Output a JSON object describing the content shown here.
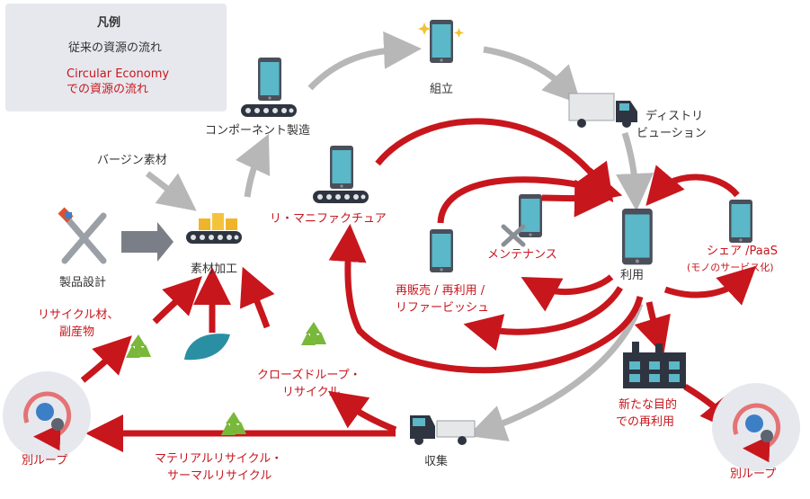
{
  "legend": {
    "title": "凡例",
    "conventional": "従来の資源の流れ",
    "circular_line1": "Circular Economy",
    "circular_line2": "での資源の流れ"
  },
  "nodes": {
    "assembly": "組立",
    "distribution_line1": "ディストリ",
    "distribution_line2": "ビューション",
    "component_mfg": "コンポーネント製造",
    "virgin_material": "バージン素材",
    "remanufacture": "リ・マニファクチュア",
    "maintenance": "メンテナンス",
    "use": "利用",
    "share_line1": "シェア /PaaS",
    "share_line2": "(モノのサービス化)",
    "resale_line1": "再販売 / 再利用 /",
    "resale_line2": "リファービッシュ",
    "product_design": "製品設計",
    "material_processing": "素材加工",
    "recycled_line1": "リサイクル材、",
    "recycled_line2": "副産物",
    "closed_loop_line1": "クローズドループ・",
    "closed_loop_line2": "リサイクル",
    "new_purpose_line1": "新たな目的",
    "new_purpose_line2": "での再利用",
    "material_recycle_line1": "マテリアルリサイクル・",
    "material_recycle_line2": "サーマルリサイクル",
    "collection": "収集",
    "other_loop_left": "別ループ",
    "other_loop_right": "別ループ"
  },
  "colors": {
    "conventional_flow": "#b7b7b7",
    "circular_flow": "#c8161d",
    "device": "#4a4f5a",
    "screen": "#5bb8c8",
    "recycle": "#79b83a",
    "legend_bg": "#e6e8ee"
  },
  "icons": [
    "smartphone-icon",
    "conveyor-icon",
    "delivery-truck-icon",
    "tools-icon",
    "recycle-icon",
    "leaf-icon",
    "factory-icon",
    "gears-icon",
    "dump-truck-icon",
    "right-arrow-icon"
  ]
}
